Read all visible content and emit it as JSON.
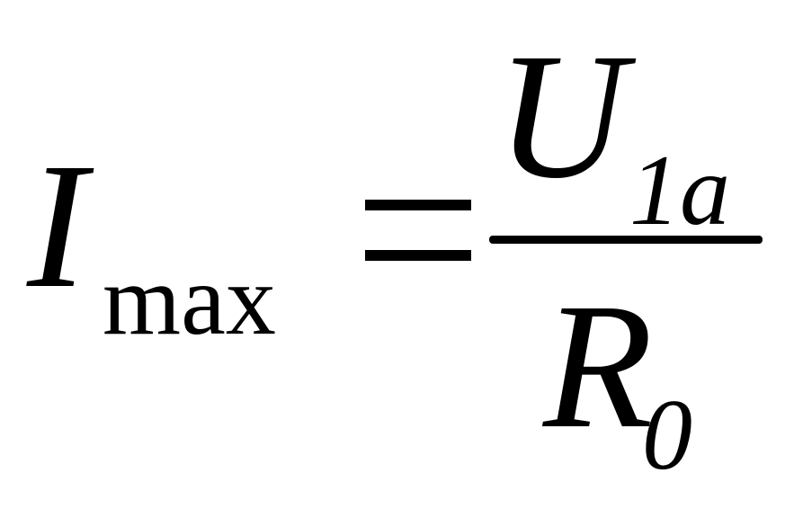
{
  "formula": {
    "lhs": {
      "symbol": "I",
      "subscript": "max"
    },
    "operator": "=",
    "rhs": {
      "numerator": {
        "symbol": "U",
        "subscript": "1a"
      },
      "denominator": {
        "symbol": "R",
        "subscript": "0"
      }
    }
  },
  "colors": {
    "ink": "#000000",
    "background": "#ffffff"
  }
}
